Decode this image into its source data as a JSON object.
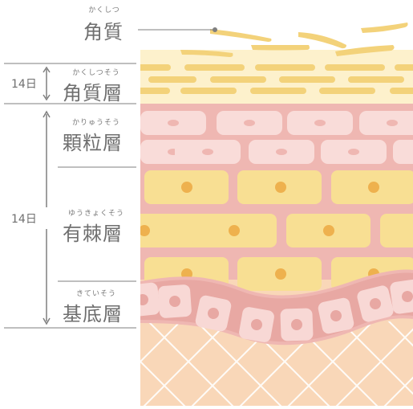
{
  "labels": {
    "keratin": {
      "text": "角質",
      "ruby": "かくしつ"
    },
    "stratum_corneum": {
      "text": "角質層",
      "ruby": "かくしつそう",
      "days": "14日"
    },
    "stratum_granulosum": {
      "text": "顆粒層",
      "ruby": "かりゅうそう"
    },
    "stratum_spinosum": {
      "text": "有棘層",
      "ruby": "ゆうきょくそう"
    },
    "stratum_basale": {
      "text": "基底層",
      "ruby": "きていそう"
    },
    "lower_days": "14日"
  },
  "colors": {
    "keratin_flake": "#f3d27a",
    "stratum_corneum_bg": "#fdf1cc",
    "granular_bg": "#efb7b2",
    "granular_cell": "#f9dcd9",
    "spinous_cell": "#f8df93",
    "nucleus": "#eeb14e",
    "basal_band": "#e8a8a3",
    "basal_cell": "#f8d8d5",
    "dermis": "#f9d7b8",
    "line": "#7f7f7f"
  }
}
